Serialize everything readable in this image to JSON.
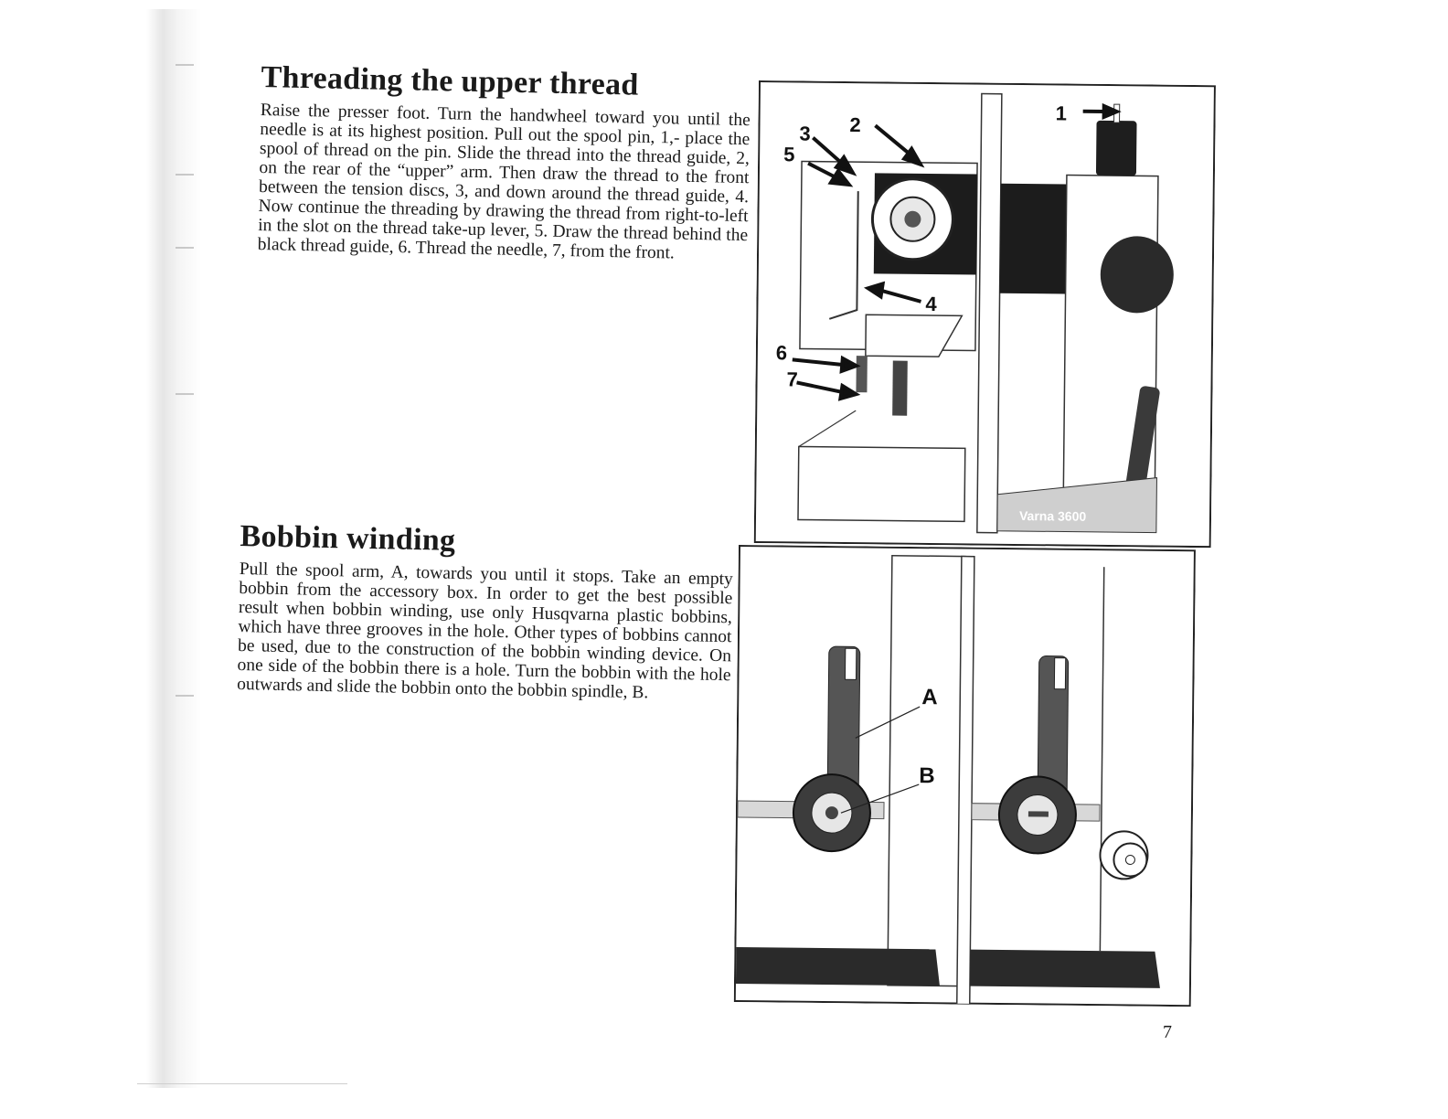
{
  "threading": {
    "title": "Threading the upper thread",
    "body": "Raise the presser foot. Turn the handwheel toward you until the needle is at its highest position. Pull out the spool pin, 1,- place the spool of thread on the pin. Slide the thread into the thread guide, 2, on the rear of the “upper” arm. Then draw the thread to the front between the tension discs, 3, and down around the thread guide, 4. Now continue the threading by drawing the thread from right-to-left in the slot on the thread take-up lever, 5. Draw the thread behind the black thread guide, 6. Thread the needle, 7, from the front."
  },
  "bobbin": {
    "title": "Bobbin winding",
    "body": "Pull the spool arm, A, towards you until it stops. Take an empty bobbin from the accessory box. In order to get the best possible result when bobbin winding, use only Husqvarna plastic bobbins, which have three grooves in the hole. Other types of bobbins cannot be used, due to the construction of the bobbin winding device. On one side of the bobbin there is a hole. Turn the bobbin with the hole outwards and slide the bobbin onto the bobbin spindle, B."
  },
  "figure1": {
    "callouts": [
      "1",
      "2",
      "3",
      "4",
      "5",
      "6",
      "7"
    ],
    "brand_label": "Varna 3600"
  },
  "figure2": {
    "callouts": [
      "A",
      "B"
    ]
  },
  "page_number": "7"
}
